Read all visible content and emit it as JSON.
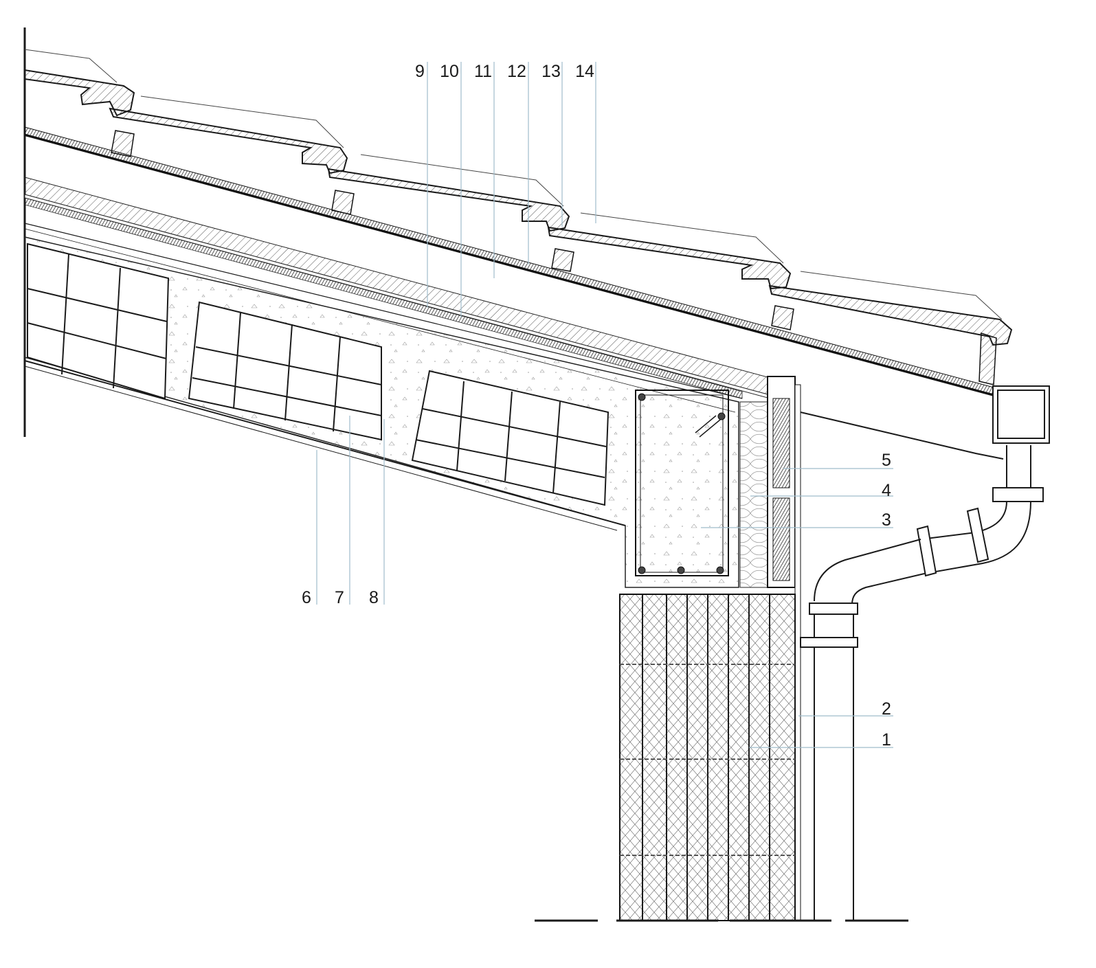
{
  "callouts": {
    "top": [
      "9",
      "10",
      "11",
      "12",
      "13",
      "14"
    ],
    "bottom": [
      "6",
      "7",
      "8"
    ],
    "right": [
      "5",
      "4",
      "3",
      "2",
      "1"
    ]
  }
}
